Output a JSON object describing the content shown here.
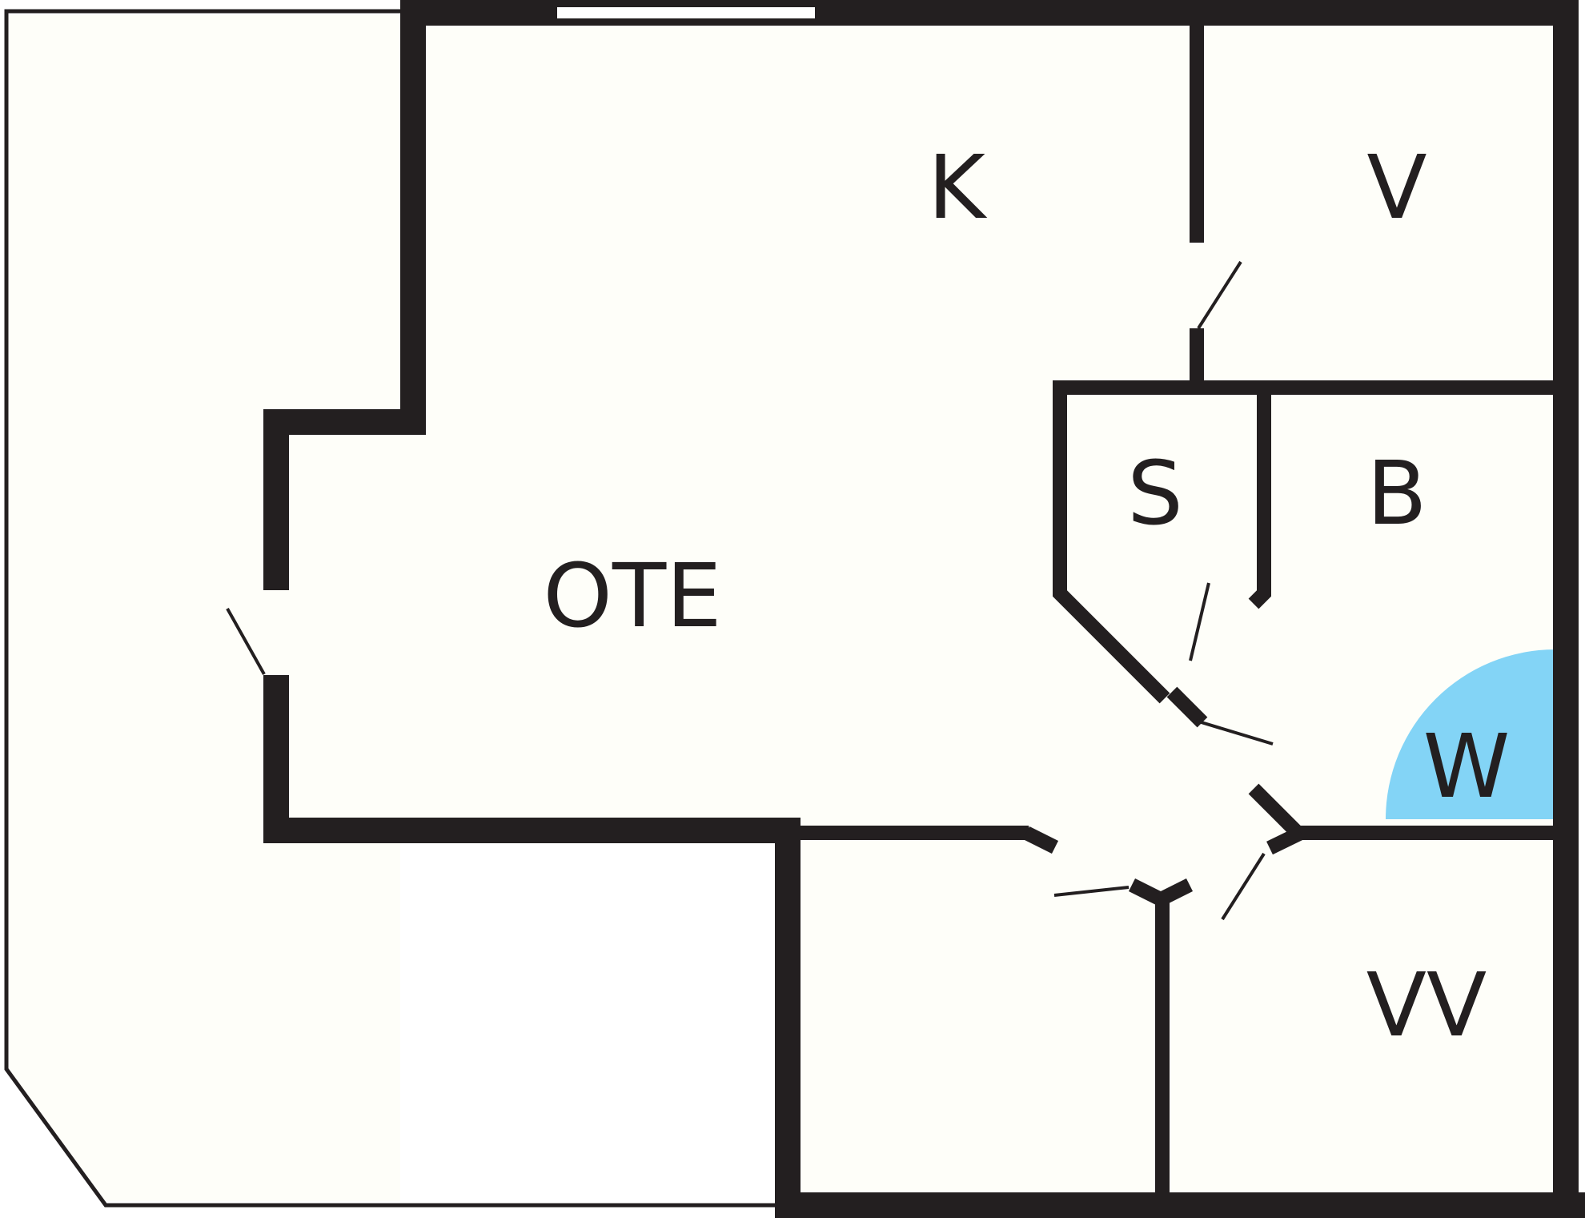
{
  "colors": {
    "wall": "#231f20",
    "floor": "#fefef9",
    "shower": "#83d4f6",
    "window": "#ffffff"
  },
  "rooms": {
    "kitchen": "K",
    "open_plan": "OTE",
    "storage_top_right": "V",
    "sauna": "S",
    "bathroom": "B",
    "shower": "W",
    "walk_in_closet": "VV"
  }
}
